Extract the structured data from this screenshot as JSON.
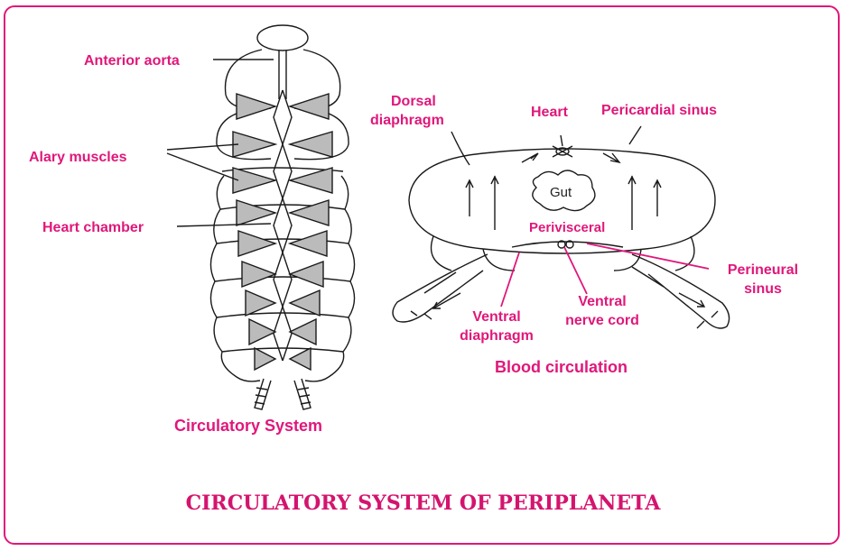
{
  "colors": {
    "accent": "#e0177a",
    "ink": "#1a1a1a"
  },
  "left_diagram": {
    "caption": "Circulatory System",
    "labels": {
      "anterior_aorta": "Anterior aorta",
      "alary_muscles": "Alary muscles",
      "heart_chamber": "Heart chamber"
    }
  },
  "right_diagram": {
    "caption": "Blood circulation",
    "labels": {
      "dorsal_diaphragm_1": "Dorsal",
      "dorsal_diaphragm_2": "diaphragm",
      "heart": "Heart",
      "pericardial_sinus": "Pericardial sinus",
      "gut": "Gut",
      "perivisceral": "Perivisceral",
      "perineural_1": "Perineural",
      "perineural_2": "sinus",
      "ventral_nerve_1": "Ventral",
      "ventral_nerve_2": "nerve cord",
      "ventral_diaphragm_1": "Ventral",
      "ventral_diaphragm_2": "diaphragm"
    }
  },
  "title": "CIRCULATORY SYSTEM OF PERIPLANETA"
}
